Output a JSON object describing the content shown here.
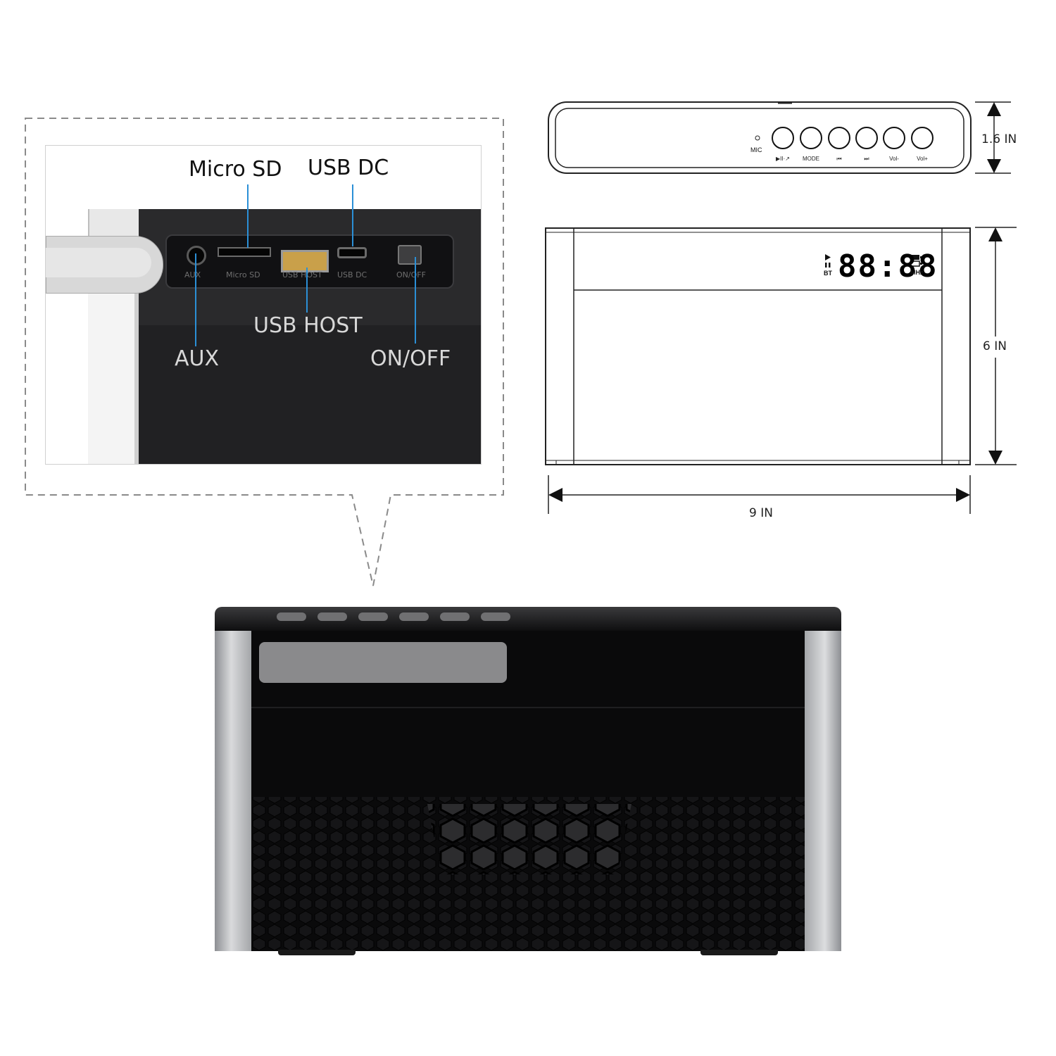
{
  "callout": {
    "labels": {
      "micro_sd": "Micro SD",
      "usb_dc": "USB DC",
      "usb_host": "USB HOST",
      "aux": "AUX",
      "on_off": "ON/OFF"
    },
    "panel_print": {
      "aux": "AUX",
      "micro_sd": "Micro SD",
      "usb_host": "USB HOST",
      "usb_dc": "USB DC",
      "on_off": "ON/OFF"
    },
    "leader_color": "#2b8fd6"
  },
  "top_view": {
    "mic_label": "MIC",
    "buttons": [
      {
        "label": "▶II·↗"
      },
      {
        "label": "MODE"
      },
      {
        "label": "⏮"
      },
      {
        "label": "⏭"
      },
      {
        "label": "Vol-"
      },
      {
        "label": "Vol+"
      }
    ],
    "height_dim": "1.6 IN"
  },
  "front_view": {
    "lcd_digits": "88:88",
    "bt_label": "BT",
    "mhz_label": "MHz",
    "height_dim": "6 IN",
    "width_dim": "9 IN"
  }
}
